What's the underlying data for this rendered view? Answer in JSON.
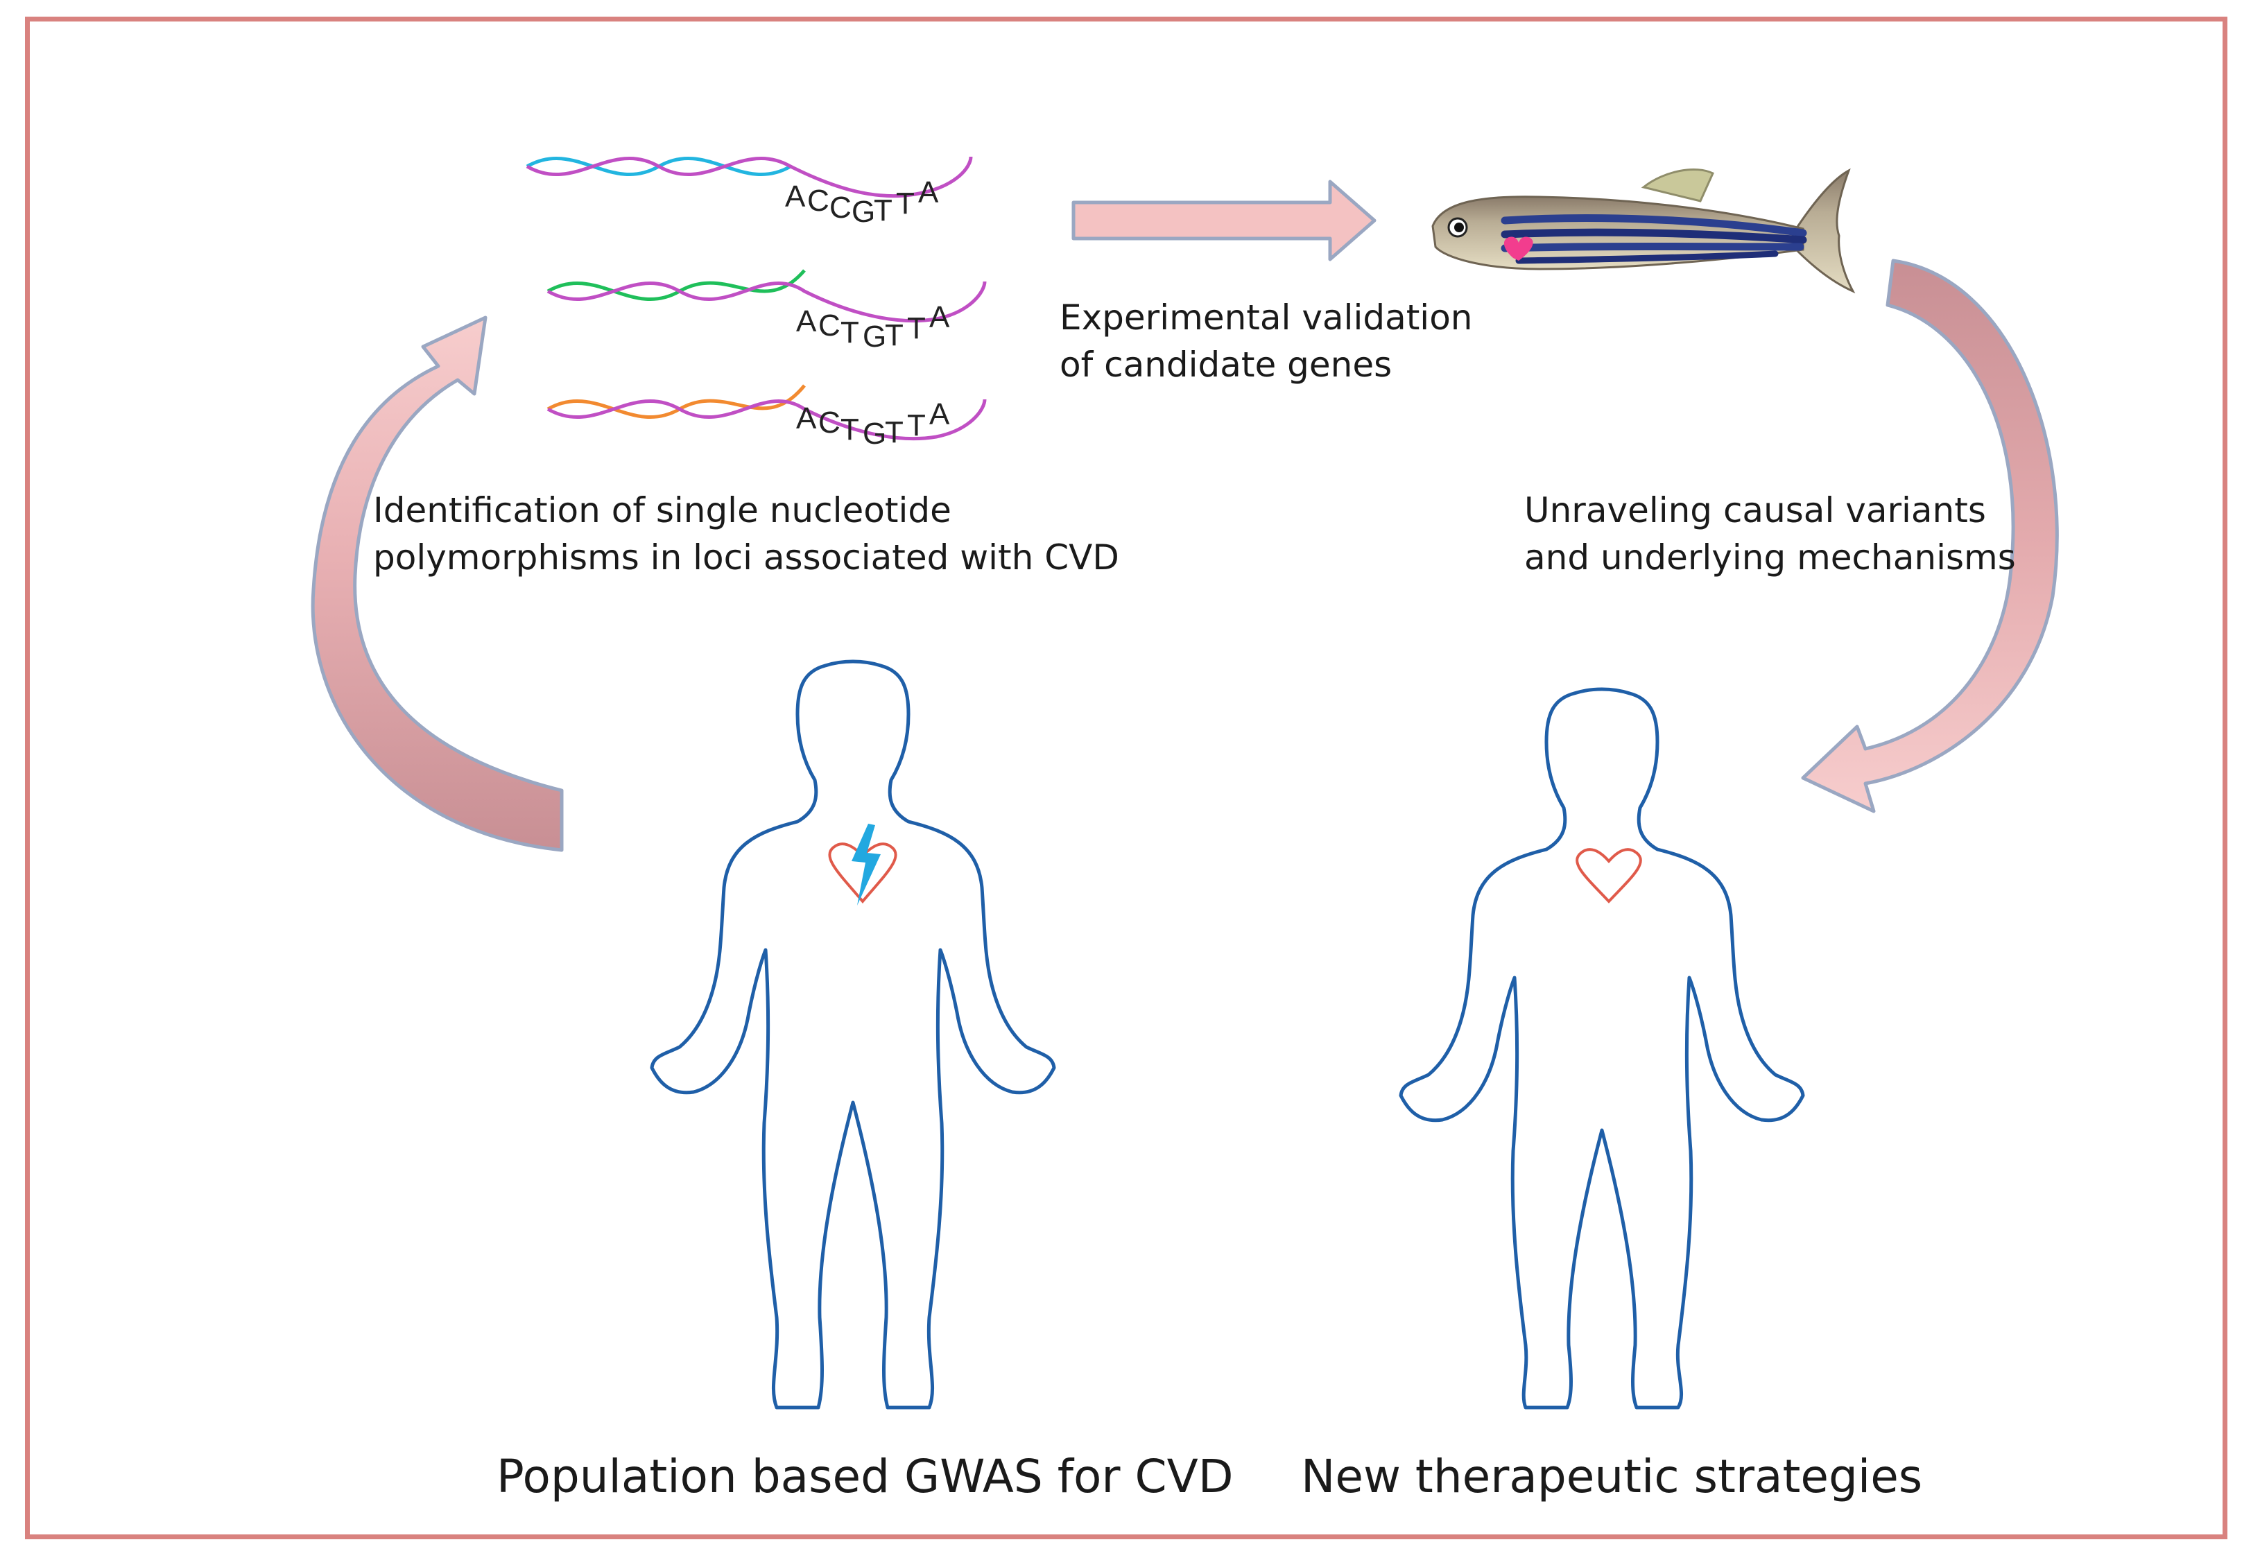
{
  "labels": {
    "experimental_line1": "Experimental validation",
    "experimental_line2": "of candidate genes",
    "identification_line1": "Identification of single nucleotide",
    "identification_line2": "polymorphisms in loci associated with CVD",
    "unraveling_line1": "Unraveling causal variants",
    "unraveling_line2": "and underlying mechanisms",
    "population": "Population based GWAS for CVD",
    "therapeutic": "New therapeutic strategies"
  },
  "dna_sequences": [
    {
      "bases": [
        "A",
        "C",
        "C",
        "G",
        "T",
        "T",
        "A"
      ],
      "variant_index": 2,
      "strand_color": "#22b5e0"
    },
    {
      "bases": [
        "A",
        "C",
        "T",
        "G",
        "T",
        "T",
        "A"
      ],
      "variant_index": 2,
      "strand_color": "#1fbf5a"
    },
    {
      "bases": [
        "A",
        "C",
        "T",
        "G",
        "T",
        "T",
        "A"
      ],
      "variant_index": 2,
      "strand_color": "#f28a30"
    }
  ],
  "colors": {
    "frame": "#d9827f",
    "arrow_fill": "#f4c2c2",
    "arrow_stroke": "#9aa7c2",
    "body_outline": "#1f5fa8",
    "heart_outline": "#e05a4a",
    "lightning": "#22a8e0",
    "variant_base": "#e8352b",
    "dna_backbone": "#c04fc4"
  }
}
